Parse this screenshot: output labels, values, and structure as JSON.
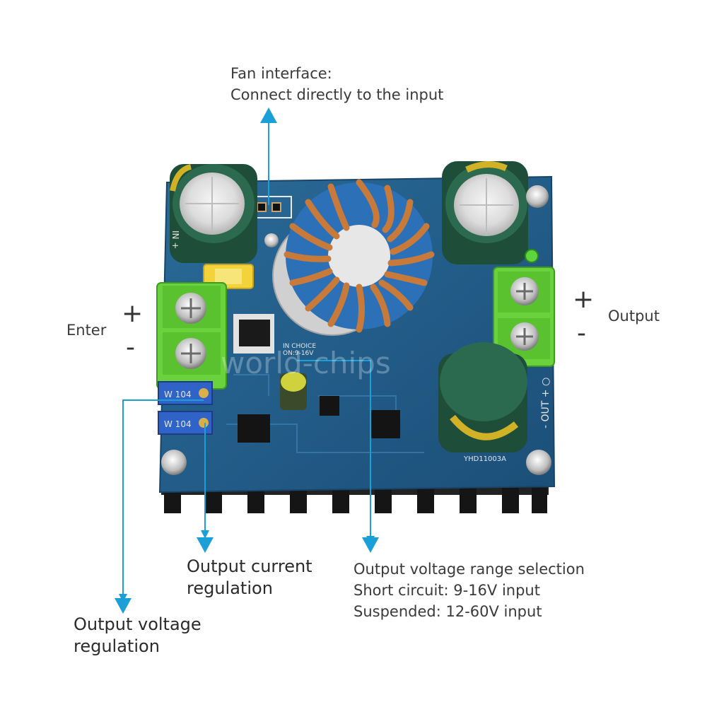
{
  "annotations": {
    "fan": {
      "line1": "Fan interface:",
      "line2": "Connect directly to the input"
    },
    "input_label": "Enter",
    "input_plus": "+",
    "input_minus": "-",
    "output_label": "Output",
    "output_plus": "+",
    "output_minus": "-",
    "current": {
      "line1": "Output current",
      "line2": "regulation"
    },
    "voltage": {
      "line1": "Output voltage",
      "line2": "regulation"
    },
    "range": {
      "line1": "Output voltage range selection",
      "line2": "Short circuit: 9-16V input",
      "line3": "Suspended: 12-60V input"
    }
  },
  "board": {
    "model": "YHD11003A",
    "out_marking": "- OUT + ○",
    "in_marking": "IN +",
    "choice_marking_1": "IN CHOICE",
    "choice_marking_2": "ON:9-16V",
    "pot_marking_1": "W 104",
    "pot_marking_2": "W 104",
    "watermark": "world-chips"
  },
  "colors": {
    "annotation_blue": "#1aa0d6",
    "pcb_blue": "#1f5a86",
    "terminal_green": "#6ad23c",
    "copper": "#c77a3a",
    "heatsink": "#1c1c1c"
  }
}
